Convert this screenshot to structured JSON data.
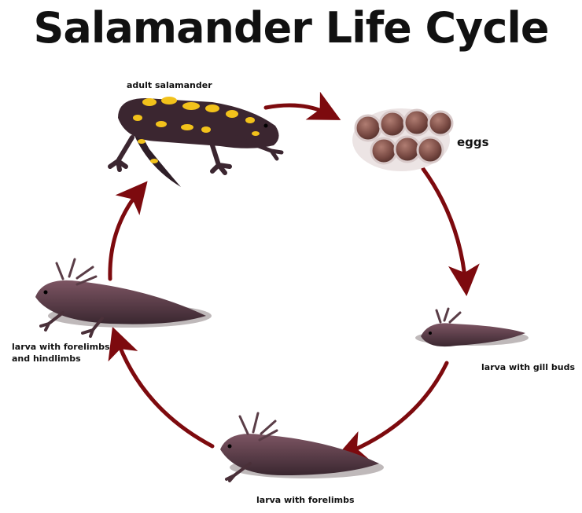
{
  "title": "Salamander Life Cycle",
  "colors": {
    "arrow": "#7d0a0e",
    "body": "#3b2630",
    "spots": "#f2c21b",
    "egg": "#8a5a52",
    "larva": "#6b4752"
  },
  "stages": [
    {
      "label": "adult salamander",
      "icon": "adult-salamander-illustration"
    },
    {
      "label": "eggs",
      "icon": "eggs-cluster-illustration"
    },
    {
      "label": "larva with gill buds",
      "icon": "larva-gill-buds-illustration"
    },
    {
      "label": "larva with forelimbs",
      "icon": "larva-forelimbs-illustration"
    },
    {
      "label": "larva with forelimbs and hindlimbs",
      "icon": "larva-hindlimbs-illustration"
    }
  ]
}
